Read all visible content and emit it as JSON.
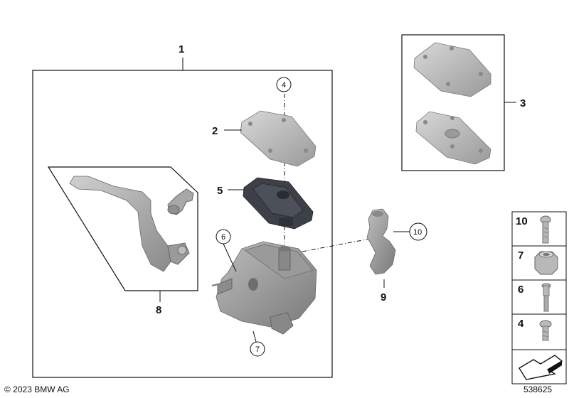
{
  "labels": {
    "l1": "1",
    "l2": "2",
    "l3": "3",
    "l5": "5",
    "l8": "8",
    "l9": "9",
    "c4": "4",
    "c6": "6",
    "c7": "7",
    "c10": "10"
  },
  "legend": {
    "items": [
      {
        "number": "10",
        "icon": "screw-icon"
      },
      {
        "number": "7",
        "icon": "hex-nut-icon"
      },
      {
        "number": "6",
        "icon": "bolt-icon"
      },
      {
        "number": "4",
        "icon": "short-screw-icon"
      }
    ],
    "arrow_icon": "direction-arrow-icon"
  },
  "footer": {
    "copyright": "© 2023 BMW AG",
    "doc_number": "538625"
  },
  "colors": {
    "part_light": "#c8c8c8",
    "part_mid": "#a9a9a9",
    "part_dark": "#7f7f7f",
    "seal": "#3a3d44",
    "line": "#111111"
  }
}
